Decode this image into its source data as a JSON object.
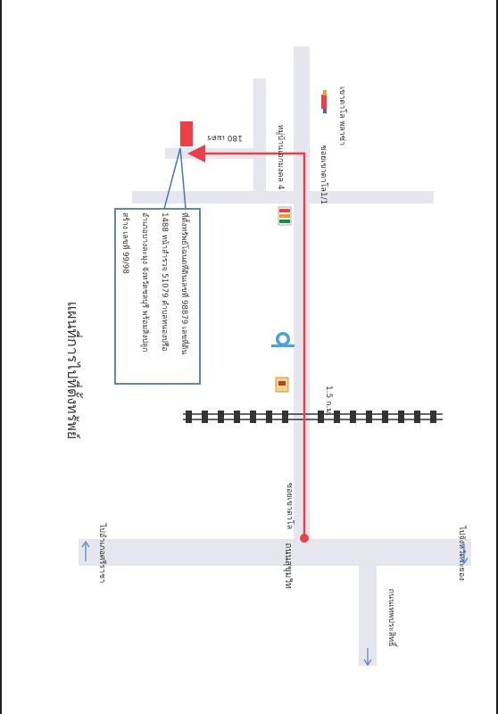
{
  "map": {
    "title": "แผนที่การไปที่ตั้งทรัพย์",
    "roads": {
      "main_road": "ถนนสุขุมวิท",
      "soi_entrance": "ซอยเขาตาโล",
      "village_road": "หมู่บ้านเอกมงคล 4",
      "cross_soi": "ซอยเขาตาโล1/1",
      "lower_road": "ถนนเทพประสิทธิ์",
      "dir_left_up": "ไปอำเภอศรีราชา",
      "dir_left_down": "ไปจังหวัดระยอง"
    },
    "distances": {
      "long": "1.5 ก.ม.",
      "short": "180 เมตร"
    },
    "landmarks": {
      "plaza": "เขาตาโล พลาซ่า"
    },
    "property_note": {
      "line1": "ที่ตั้งทรัพย์โฉนดที่ดินเลขที่ 98879 เลขที่ดิน",
      "line2": "1488 หน้าสำรวจ 51079 ตำบลหนองปรือ",
      "line3": "อำเภอบางละมุง จังหวัดชลบุรี พร้อมสิ่งปลูก",
      "line4": "สร้าง เลขที่ 99/98"
    },
    "colors": {
      "route": "#e8414a",
      "road": "#e6e6ee",
      "callout": "#4a78b5",
      "arrow": "#4a86c8"
    }
  }
}
